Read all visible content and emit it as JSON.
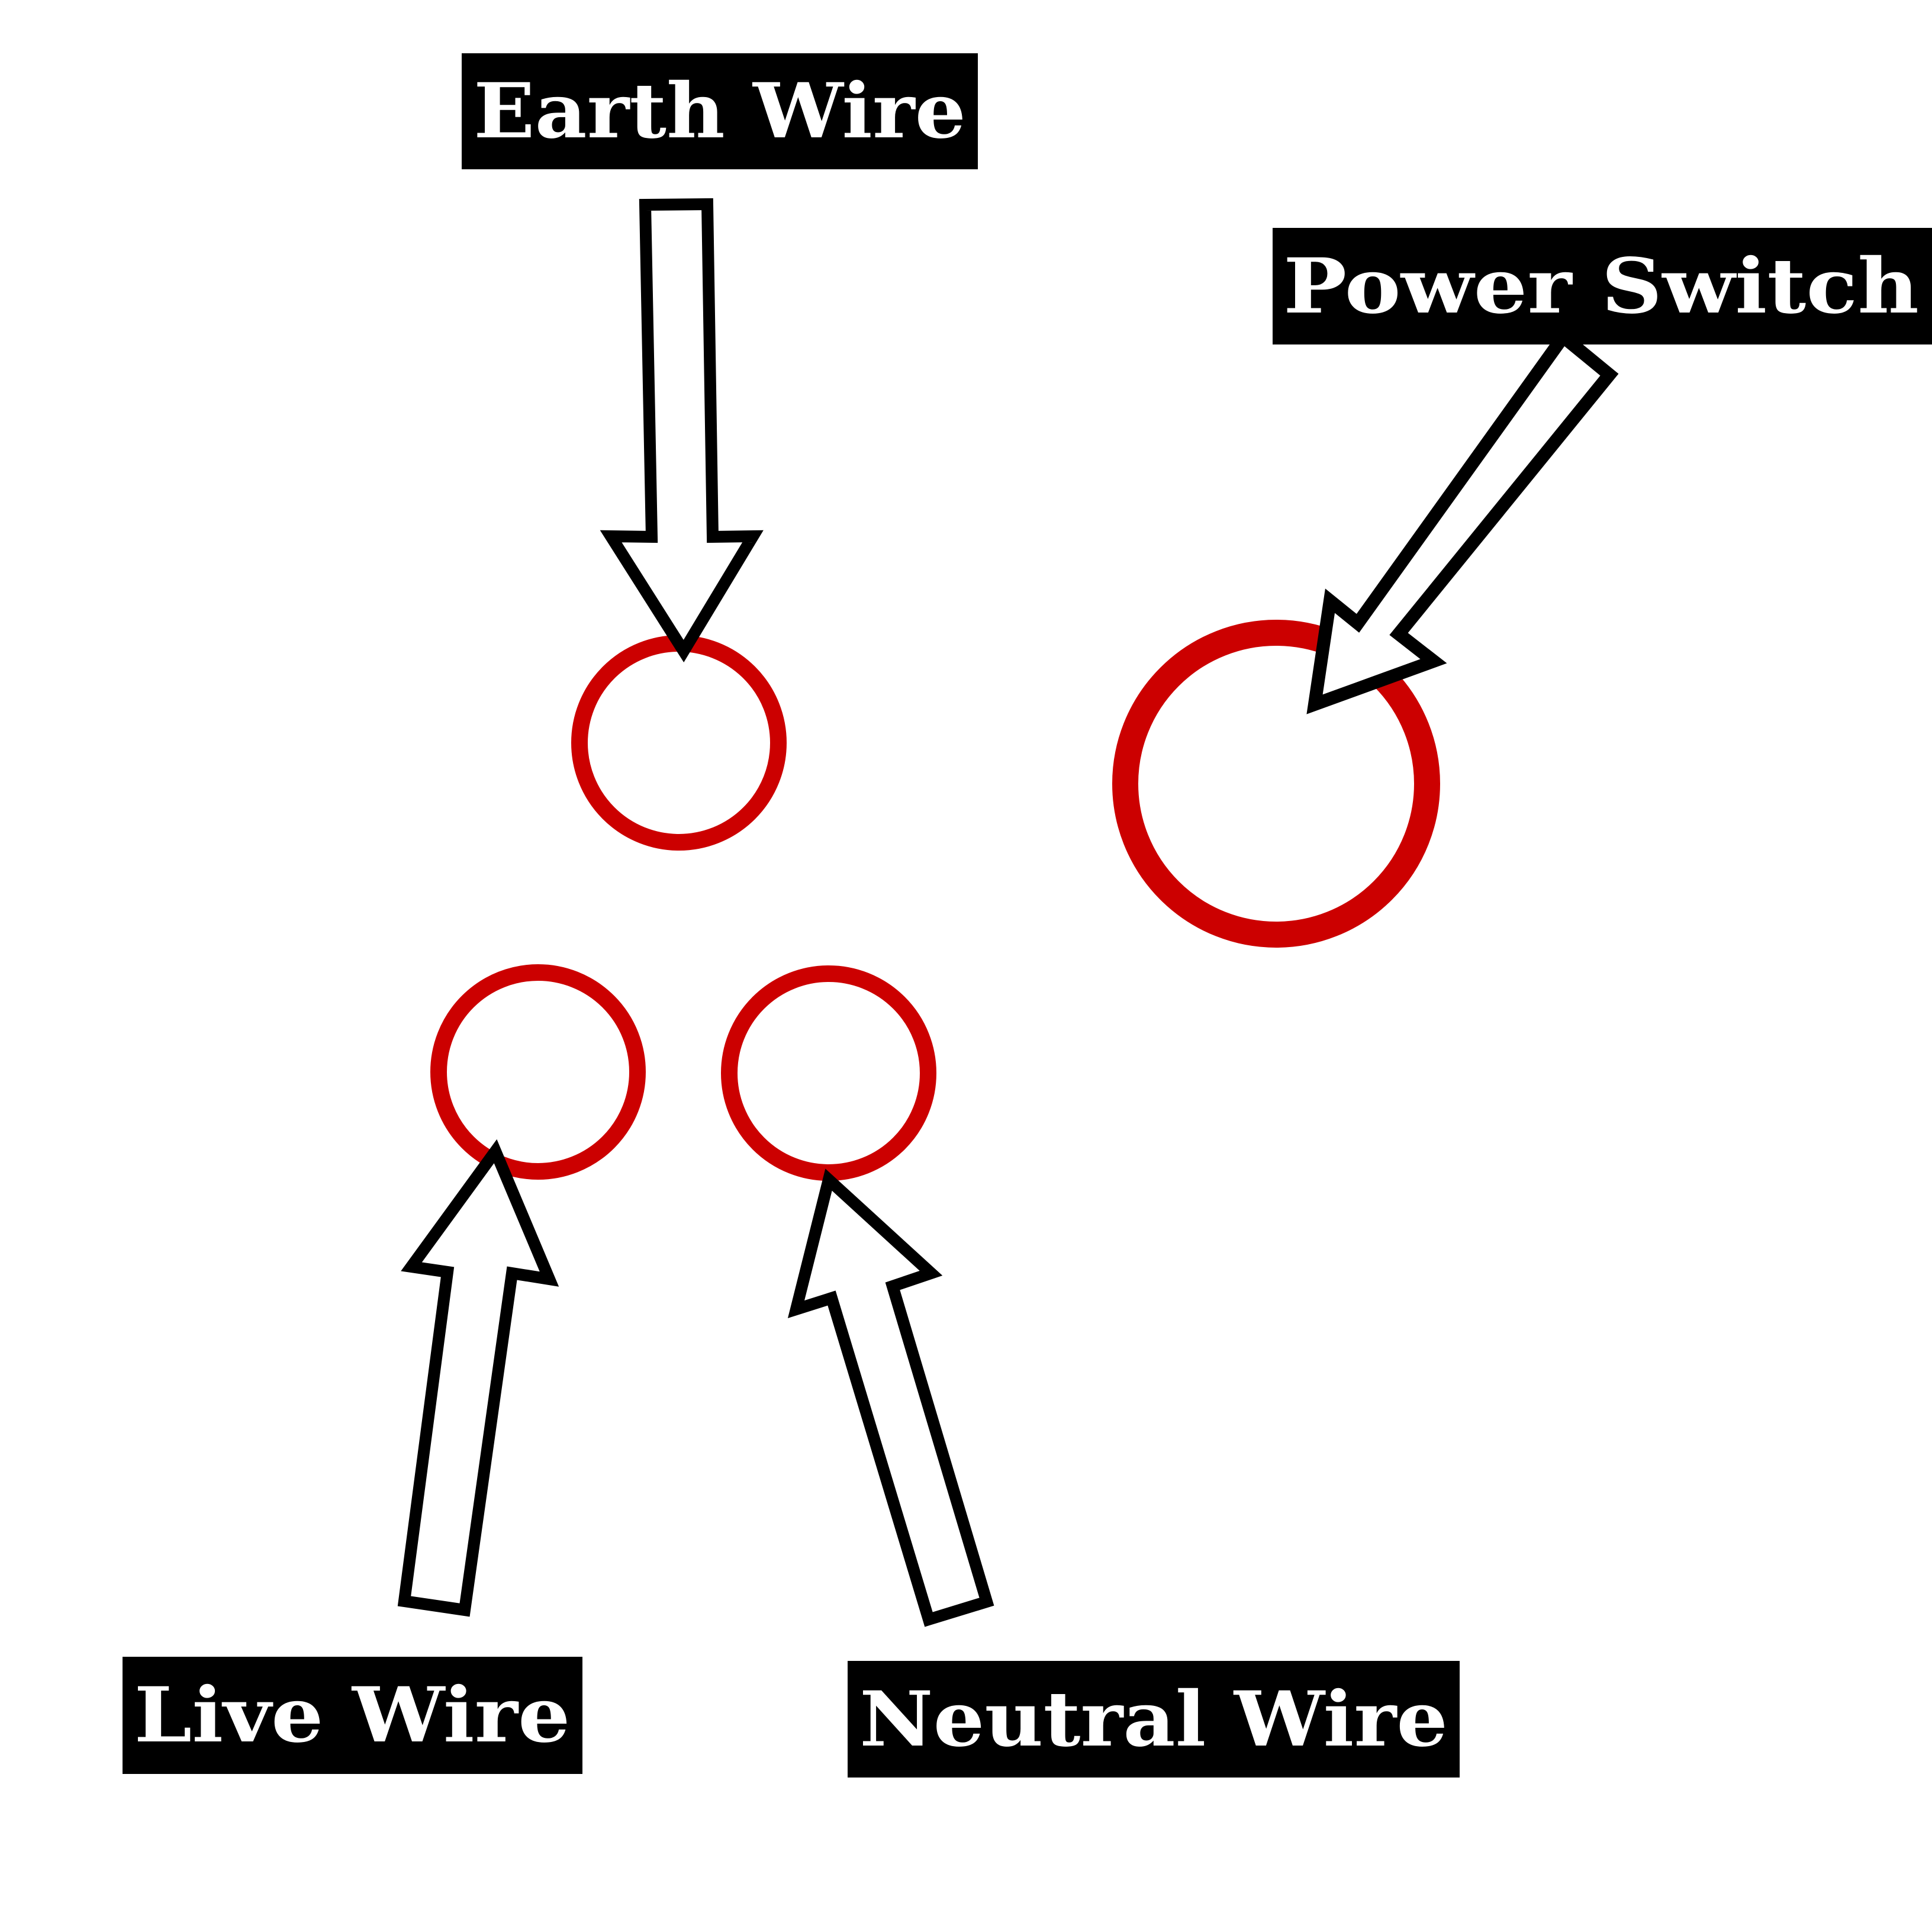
{
  "colors": {
    "background": "#ffffff",
    "label_background": "#000000",
    "label_text": "#ffffff",
    "arrow_fill": "#ffffff",
    "arrow_outline": "#000000",
    "target_ring": "#cc0000"
  },
  "labels": {
    "earth": "Earth Wire",
    "power_switch": "Power Switch",
    "live": "Live Wire",
    "neutral": "Neutral Wire"
  }
}
